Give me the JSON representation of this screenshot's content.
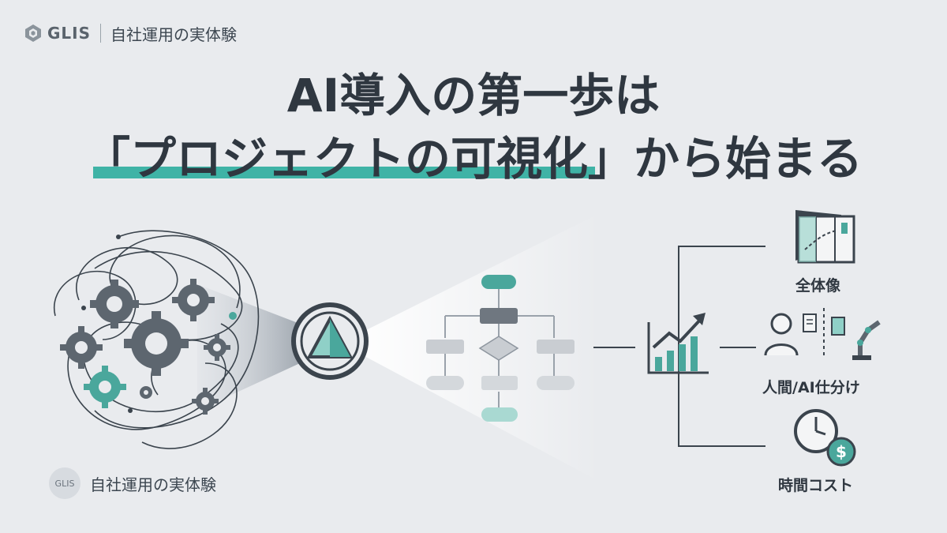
{
  "header": {
    "brand": "GLIS",
    "subtitle": "自社運用の実体験"
  },
  "title": {
    "line1": "AI導入の第一歩は",
    "line2": "「プロジェクトの可視化」から始まる"
  },
  "outputs": [
    {
      "label": "全体像",
      "icon": "map-icon"
    },
    {
      "label": "人間/AI仕分け",
      "icon": "human-robot-icon"
    },
    {
      "label": "時間コスト",
      "icon": "clock-dollar-icon"
    }
  ],
  "footer": {
    "logo": "GLIS",
    "text": "自社運用の実体験"
  },
  "colors": {
    "accent": "#3fb3a6",
    "dark": "#2f3740",
    "gear": "#5d666f",
    "background": "#e9ebee"
  }
}
